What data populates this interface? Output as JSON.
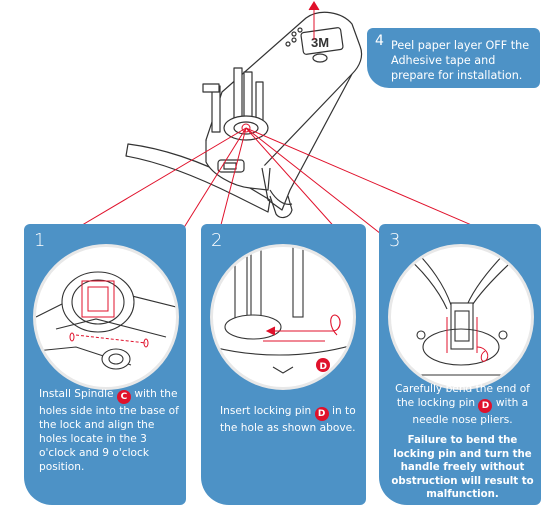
{
  "step4": {
    "number": "4",
    "text": "Peel paper layer OFF the Adhesive tape and prepare for installation."
  },
  "logo": "3M",
  "panels": [
    {
      "number": "1",
      "text_before": "Install Spindle",
      "badge": "C",
      "text_after": "with the holes side into the base of the lock and align the holes locate in the 3 o'clock and 9 o'clock position."
    },
    {
      "number": "2",
      "text_before": "Insert locking pin",
      "badge": "D",
      "text_after": "in to the hole as shown above."
    },
    {
      "number": "3",
      "text_before": "Carefully bend the end of the locking pin",
      "badge": "D",
      "text_after": "with a needle nose pliers.",
      "warning": "Failure to bend the locking pin and turn the handle freely without obstruction will result to malfunction."
    }
  ],
  "callout_badge": "D",
  "colors": {
    "panel": "#4d92c6",
    "accent": "#e0112b"
  }
}
